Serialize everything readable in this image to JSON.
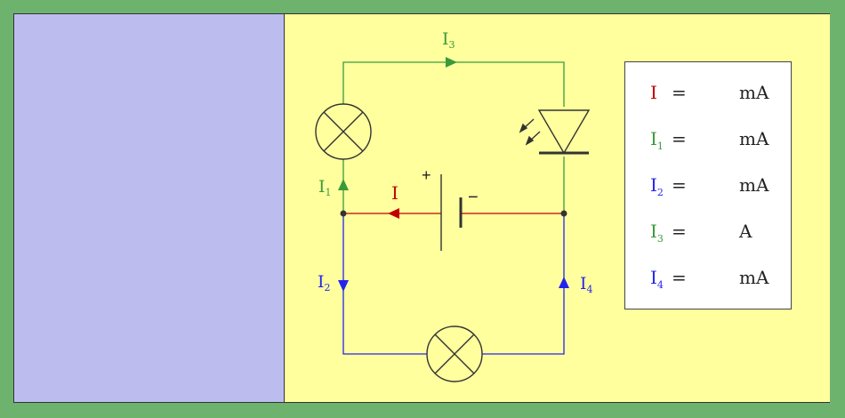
{
  "colors": {
    "outer_background": "#6db36d",
    "left_panel": "#bcbdee",
    "right_panel": "#ffff9e",
    "total_current": "#c00000",
    "green_branch": "#3a9a3a",
    "blue_branch": "#2424ee"
  },
  "circuit": {
    "labels": {
      "I": "I",
      "I1_main": "I",
      "I1_sub": "1",
      "I2_main": "I",
      "I2_sub": "2",
      "I3_main": "I",
      "I3_sub": "3",
      "I4_main": "I",
      "I4_sub": "4",
      "battery_plus": "+",
      "battery_minus": "−"
    },
    "icons": [
      "lamp-icon",
      "led-icon",
      "battery-icon",
      "lamp-icon"
    ]
  },
  "legend": {
    "rows": [
      {
        "symbol": "I",
        "sub": "",
        "eq": "=",
        "unit": "mA",
        "color": "#c00000"
      },
      {
        "symbol": "I",
        "sub": "1",
        "eq": "=",
        "unit": "mA",
        "color": "#3a9a3a"
      },
      {
        "symbol": "I",
        "sub": "2",
        "eq": "=",
        "unit": "mA",
        "color": "#2424ee"
      },
      {
        "symbol": "I",
        "sub": "3",
        "eq": "=",
        "unit": "A",
        "color": "#3a9a3a"
      },
      {
        "symbol": "I",
        "sub": "4",
        "eq": "=",
        "unit": "mA",
        "color": "#2424ee"
      }
    ]
  }
}
